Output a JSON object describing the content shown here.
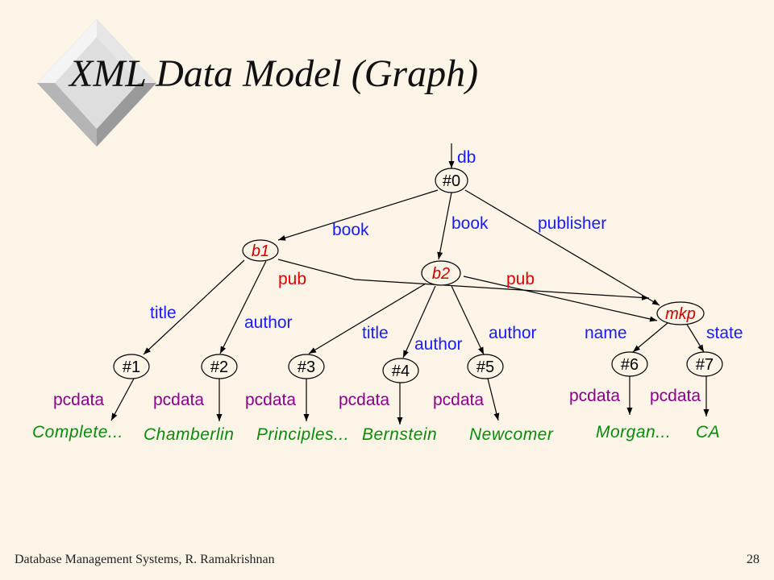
{
  "slide": {
    "title": "XML Data Model (Graph)",
    "footer_left": "Database Management Systems, R. Ramakrishnan",
    "footer_right": "28"
  },
  "colors": {
    "background": "#fdf4e8",
    "node_label_black": "#000000",
    "node_label_red": "#cc0000",
    "edge_blue": "#1a1aff",
    "edge_red": "#e00000",
    "edge_purple": "#8a008a",
    "leaf_green": "#0a8a0a"
  },
  "graph": {
    "nodes": {
      "n0": "#0",
      "b1": "b1",
      "b2": "b2",
      "mkp": "mkp",
      "n1": "#1",
      "n2": "#2",
      "n3": "#3",
      "n4": "#4",
      "n5": "#5",
      "n6": "#6",
      "n7": "#7"
    },
    "edges": {
      "db": "db",
      "book_b1": "book",
      "book_b2": "book",
      "publisher": "publisher",
      "pub_b1": "pub",
      "pub_b2": "pub",
      "title_b1": "title",
      "author_b1": "author",
      "title_b2": "title",
      "author_b2_n4": "author",
      "author_b2_n5": "author",
      "name": "name",
      "state": "state",
      "pcdata_1": "pcdata",
      "pcdata_2": "pcdata",
      "pcdata_3": "pcdata",
      "pcdata_4": "pcdata",
      "pcdata_5": "pcdata",
      "pcdata_6": "pcdata",
      "pcdata_7": "pcdata"
    },
    "leaves": {
      "leaf1": "Complete...",
      "leaf2": "Chamberlin",
      "leaf3": "Principles...",
      "leaf4": "Bernstein",
      "leaf5": "Newcomer",
      "leaf6": "Morgan...",
      "leaf7": "CA"
    }
  }
}
